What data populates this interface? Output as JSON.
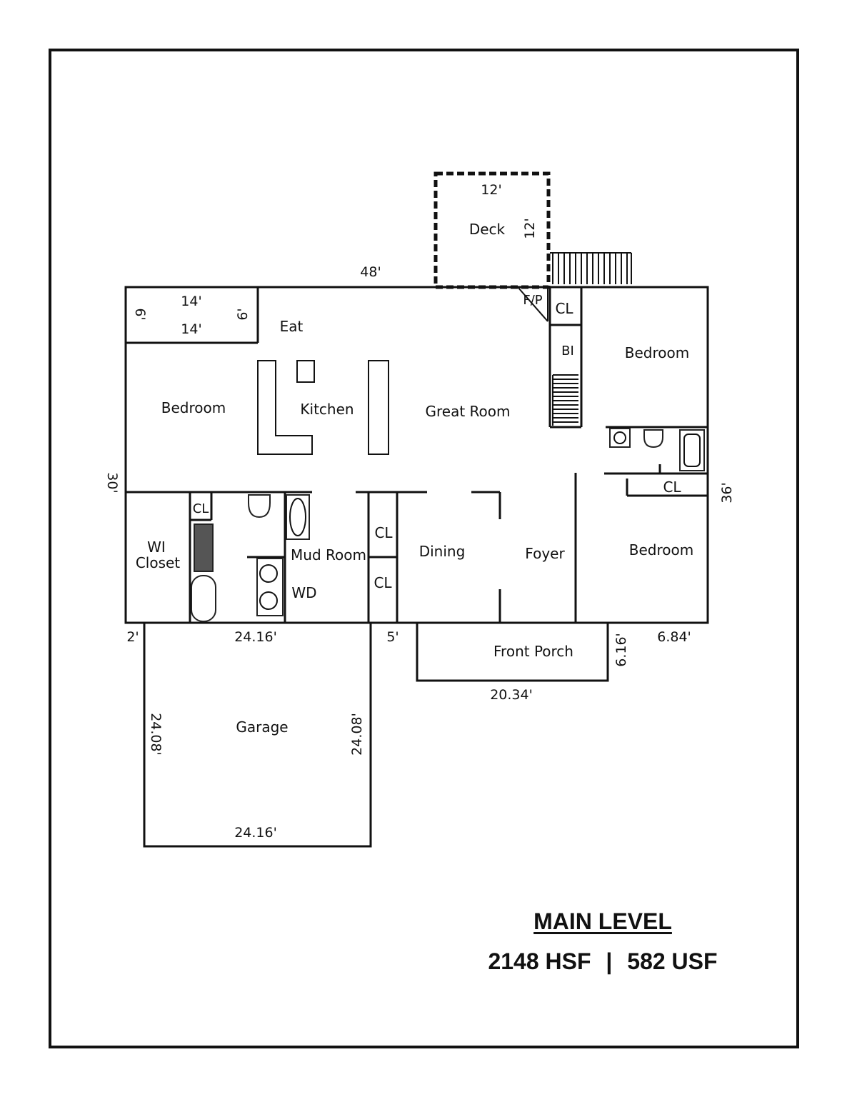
{
  "caption": {
    "title": "MAIN LEVEL",
    "hsf": "2148 HSF",
    "separator": "|",
    "usf": "582 USF"
  },
  "rooms": {
    "deck": "Deck",
    "eat": "Eat",
    "kitchen": "Kitchen",
    "great_room": "Great Room",
    "bedroom_left": "Bedroom",
    "bedroom_right_top": "Bedroom",
    "bedroom_right_bottom": "Bedroom",
    "fireplace": "F/P",
    "closet_top": "CL",
    "built_in": "BI",
    "closet_right": "CL",
    "closet_bath": "CL",
    "closet_hall_1": "CL",
    "closet_hall_2": "CL",
    "wi_closet_1": "WI",
    "wi_closet_2": "Closet",
    "mud_room": "Mud Room",
    "wd": "WD",
    "dining": "Dining",
    "foyer": "Foyer",
    "front_porch": "Front Porch",
    "garage": "Garage"
  },
  "dimensions": {
    "deck_width": "12'",
    "deck_depth": "12'",
    "house_width": "48'",
    "house_depth_left": "30'",
    "house_depth_right": "36'",
    "sunroom_width_top": "14'",
    "sunroom_width_bottom": "14'",
    "sunroom_depth_left": "6'",
    "sunroom_depth_right": "6'",
    "garage_offset": "2'",
    "garage_width_top": "24.16'",
    "garage_width_bottom": "24.16'",
    "garage_depth_left": "24.08'",
    "garage_depth_right": "24.08'",
    "porch_offset": "5'",
    "porch_width": "20.34'",
    "porch_depth": "6.16'",
    "porch_right_offset": "6.84'"
  }
}
